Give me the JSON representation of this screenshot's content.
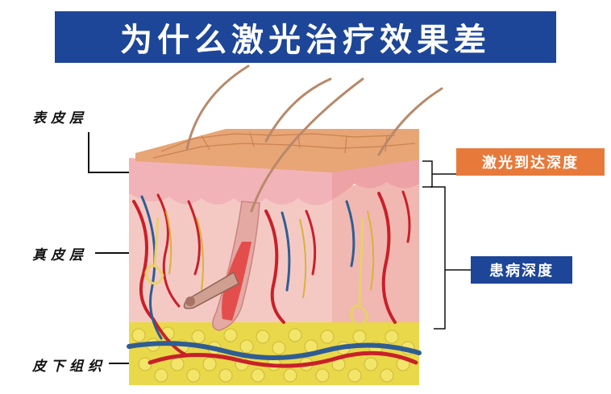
{
  "title": "为什么激光治疗效果差",
  "layers": {
    "epidermis": "表皮层",
    "dermis": "真皮层",
    "subcutaneous": "皮下组织"
  },
  "depth_labels": {
    "laser_depth": "激光到达深度",
    "lesion_depth": "患病深度"
  },
  "colors": {
    "title_bg": "#1d4598",
    "laser_tag": "#e77a3b",
    "lesion_tag": "#1d4598",
    "epidermis": "#e8a576",
    "dermis": "#f4c9c4",
    "fat": "#e9d84a",
    "artery": "#c8202a",
    "vein": "#2f5d93",
    "nerve": "#d9b23a"
  }
}
